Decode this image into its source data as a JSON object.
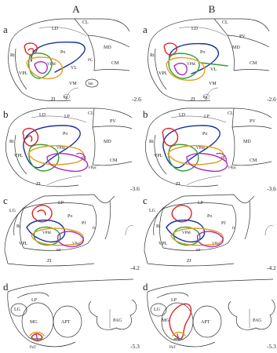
{
  "columns": [
    "A",
    "B"
  ],
  "rows": [
    {
      "letter": "a",
      "coordinate": "-2.6",
      "labels": [
        "LD",
        "CL",
        "MD",
        "Po",
        "Rt",
        "VPL",
        "VPM",
        "VL",
        "PC",
        "CM",
        "Sm",
        "VM",
        "mt",
        "ZI"
      ],
      "labels_b": [
        "LD",
        "CL",
        "PV",
        "MD",
        "Po",
        "Rt",
        "VPL",
        "VPM",
        "VL",
        "CM",
        "VM",
        "mt",
        "ZI"
      ]
    },
    {
      "letter": "b",
      "coordinate": "-3.6",
      "labels": [
        "LD",
        "LP",
        "CL",
        "PV",
        "Po",
        "MD",
        "Rt",
        "VPL",
        "VPM",
        "PC",
        "VPpc",
        "CM",
        "ZI"
      ],
      "labels_b": [
        "LD",
        "LP",
        "CL",
        "PV",
        "Po",
        "MD",
        "Rt",
        "VPL",
        "VPM",
        "PC",
        "VPpc",
        "CM",
        "ZI"
      ]
    },
    {
      "letter": "c",
      "coordinate": "-4.2",
      "labels": [
        "LG",
        "LP",
        "Po",
        "Rt",
        "Pf",
        "fr",
        "VPM",
        "VPL",
        "VPpc",
        "ml",
        "ZI"
      ],
      "labels_b": [
        "LG",
        "LP",
        "Po",
        "Rt",
        "Pf",
        "fr",
        "VPM",
        "VPL",
        "VPpc",
        "ml",
        "ZI"
      ]
    },
    {
      "letter": "d",
      "coordinate": "-5.3",
      "labels": [
        "LG",
        "LP",
        "MG",
        "APT",
        "PAG",
        "PoT"
      ],
      "labels_b": [
        "LG",
        "LP",
        "MG",
        "APT",
        "PAG",
        "PoT"
      ]
    }
  ],
  "colors": {
    "red": "#e02424",
    "blue": "#1c2f9e",
    "green": "#2e9e3a",
    "orange": "#e0a020",
    "magenta": "#b02cc0",
    "outline": "#333333"
  }
}
